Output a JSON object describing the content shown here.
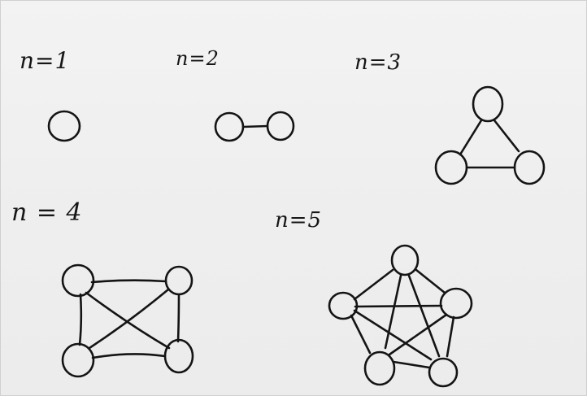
{
  "graphs": [
    {
      "label": "n=1",
      "nodes": 1
    },
    {
      "label": "n=2",
      "nodes": 2
    },
    {
      "label": "n=3",
      "nodes": 3
    },
    {
      "label": "n = 4",
      "nodes": 4
    },
    {
      "label": "n=5",
      "nodes": 5
    }
  ]
}
